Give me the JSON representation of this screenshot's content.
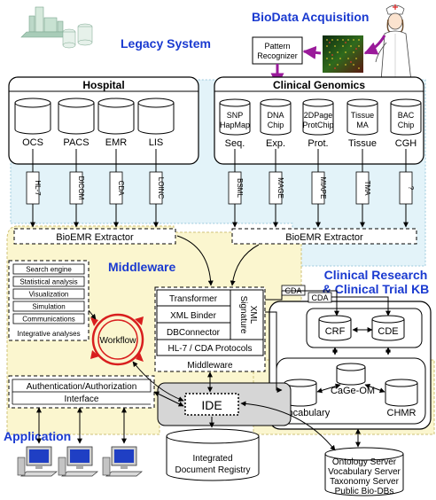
{
  "titles": {
    "biodata_acquisition": "BioData Acquisition",
    "legacy_system": "Legacy System",
    "middleware": "Middleware",
    "clinical_research_l1": "Clinical Research",
    "clinical_research_l2": "& Clinical Trial KB",
    "application": "Application"
  },
  "pattern_recognizer": {
    "line1": "Pattern",
    "line2": "Recognizer"
  },
  "hospital": {
    "title": "Hospital",
    "systems": [
      "OCS",
      "PACS",
      "EMR",
      "LIS"
    ],
    "standards": [
      "HL-7",
      "DICOM",
      "CDA",
      "LOINC"
    ]
  },
  "clinical_genomics": {
    "title": "Clinical Genomics",
    "cylinders": [
      {
        "l1": "SNP",
        "l2": "HapMap",
        "below": "Seq."
      },
      {
        "l1": "DNA",
        "l2": "Chip",
        "below": "Exp."
      },
      {
        "l1": "2DPage",
        "l2": "ProtChip",
        "below": "Prot."
      },
      {
        "l1": "Tissue",
        "l2": "MA",
        "below": "Tissue"
      },
      {
        "l1": "BAC",
        "l2": "Chip",
        "below": "CGH"
      }
    ],
    "standards": [
      "BSML",
      "MAGE",
      "MIAPE",
      "TMA",
      "?"
    ]
  },
  "extractor_left": "BioEMR Extractor",
  "extractor_right": "BioEMR Extractor",
  "tools": {
    "items": [
      "Search engine",
      "Statistical analysis",
      "Visualization",
      "Simulation",
      "Communications"
    ],
    "integrative": "Integrative analyses"
  },
  "workflow": "Workflow",
  "middleware_box": {
    "rows": [
      "Transformer",
      "XML Binder",
      "DBConnector",
      "HL-7 / CDA Protocols"
    ],
    "xml_sig_l1": "XML",
    "xml_sig_l2": "Signature",
    "label": "Middleware"
  },
  "cda_tags": [
    "CDA",
    "CDA"
  ],
  "kb": {
    "crf": "CRF",
    "cde": "CDE",
    "cage": "CaGe-OM",
    "vocabulary": "Vocabulary",
    "chmr": "CHMR"
  },
  "auth": {
    "line1": "Authentication/Authorization",
    "line2": "Interface"
  },
  "ide": "IDE",
  "registry": {
    "line1": "Integrated",
    "line2": "Document Registry"
  },
  "servers": [
    "Ontology Server",
    "Vocabulary Server",
    "Taxonomy Server",
    "Public Bio-DBs"
  ]
}
